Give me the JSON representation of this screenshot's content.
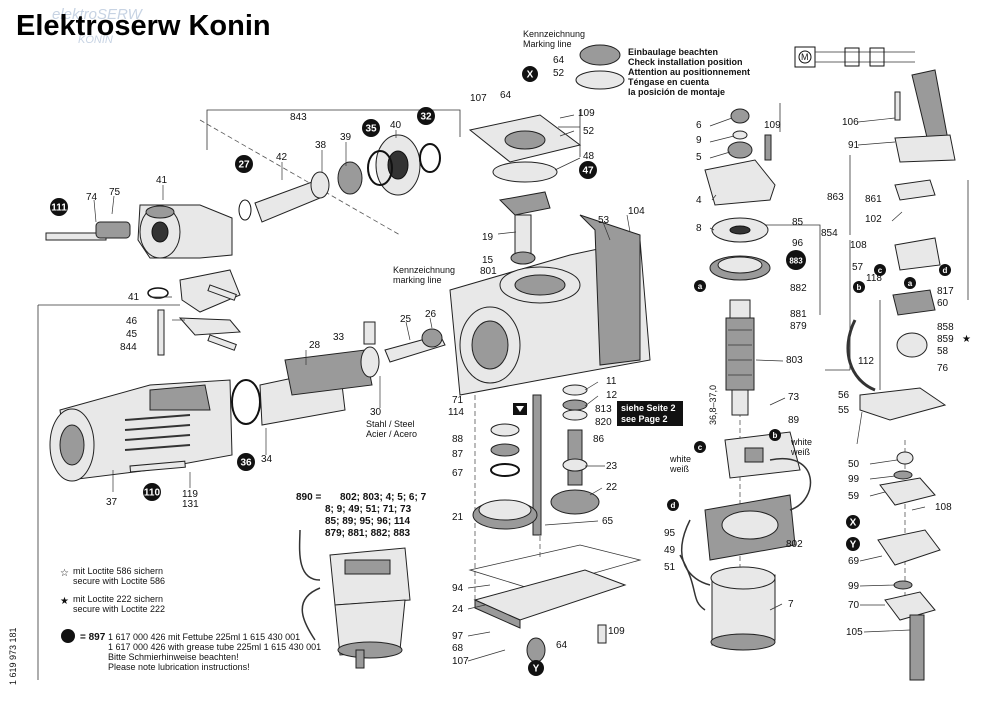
{
  "header": {
    "title": "Elektroserw Konin",
    "watermark_line1": "elektroSERW",
    "watermark_line2": "KONIN"
  },
  "install_note": {
    "marking_label": [
      "Kennzeichnung",
      "Marking line"
    ],
    "lines": [
      "Einbaulage beachten",
      "Check installation position",
      "Attention au positionnement",
      "Téngase en cuenta",
      "la posición de montaje"
    ]
  },
  "marking_label_2": [
    "Kennzeichnung",
    "marking line"
  ],
  "material_note": [
    "Stahl / Steel",
    "Acier / Acero"
  ],
  "page_ref": [
    "siehe Seite 2",
    "see Page 2"
  ],
  "dimension": "36,8–37,0",
  "wire_labels": {
    "white_weiss_1": [
      "white",
      "weiß"
    ],
    "white_weiss_2": [
      "white",
      "weiß"
    ]
  },
  "kit": {
    "head": "890 =",
    "lines": [
      "802; 803; 4; 5; 6; 7",
      "8; 9; 49; 51; 71; 73",
      "85; 89; 95; 96; 114",
      "879; 881; 882; 883"
    ]
  },
  "legend": {
    "loctite586": [
      "mit Loctite 586 sichern",
      "secure with Loctite 586"
    ],
    "loctite222": [
      "mit Loctite 222 sichern",
      "secure with Loctite 222"
    ],
    "grease_num": "= 897",
    "grease": [
      "1 617 000 426 mit Fettube 225ml 1 615 430 001",
      "1 617 000 426 with grease tube 225ml 1 615 430 001",
      "Bitte Schmierhinweise beachten!",
      "Please note lubrication instructions!"
    ]
  },
  "doc_number": "1 619 973 181",
  "callout_circles": {
    "c111": "111",
    "c27": "27",
    "c35": "35",
    "c32": "32",
    "c36": "36",
    "c110": "110",
    "cX1": "X",
    "c47": "47",
    "cY1": "Y",
    "c883": "883",
    "cX2": "X",
    "cY2": "Y",
    "cA1": "a",
    "cB1": "b",
    "cC1": "c",
    "cD1": "d",
    "cA2": "a",
    "cB2": "b",
    "cC2": "c",
    "cD2": "d"
  },
  "part_labels": {
    "p843": "843",
    "p74": "74",
    "p75": "75",
    "p41a": "41",
    "p42": "42",
    "p38": "38",
    "p39": "39",
    "p40": "40",
    "p41b": "41",
    "p46": "46",
    "p45": "45",
    "p844": "844",
    "p33": "33",
    "p25": "25",
    "p26": "26",
    "p28": "28",
    "p30": "30",
    "p34": "34",
    "p37": "37",
    "p119": "119",
    "p131": "131",
    "p107a": "107",
    "p64a": "64",
    "p52a": "52",
    "p64b": "64",
    "p109a": "109",
    "p52b": "52",
    "p48": "48",
    "p19": "19",
    "p15": "15",
    "p801": "801",
    "p53": "53",
    "p104": "104",
    "p71": "71",
    "p114": "114",
    "p11": "11",
    "p12": "12",
    "p813": "813",
    "p820": "820",
    "p88": "88",
    "p87": "87",
    "p67": "67",
    "p86": "86",
    "p23": "23",
    "p22": "22",
    "p21": "21",
    "p65": "65",
    "p94": "94",
    "p24": "24",
    "p97": "97",
    "p68": "68",
    "p107b": "107",
    "p64c": "64",
    "p109b": "109",
    "p6": "6",
    "p9": "9",
    "p5": "5",
    "p109c": "109",
    "p4": "4",
    "p8": "8",
    "p85": "85",
    "p96": "96",
    "p882": "882",
    "p881": "881",
    "p879": "879",
    "p803": "803",
    "p73": "73",
    "p89": "89",
    "p95": "95",
    "p49": "49",
    "p51": "51",
    "p802": "802",
    "p7": "7",
    "p106": "106",
    "p91": "91",
    "p863": "863",
    "p861": "861",
    "p102": "102",
    "p854": "854",
    "p108a": "108",
    "p57": "57",
    "p118": "118",
    "p817": "817",
    "p60": "60",
    "p858": "858",
    "p859": "859",
    "p58": "58",
    "p112": "112",
    "p76": "76",
    "p56": "56",
    "p55": "55",
    "p50": "50",
    "p99a": "99",
    "p59": "59",
    "p108b": "108",
    "p69": "69",
    "p99b": "99",
    "p70": "70",
    "p105": "105"
  }
}
